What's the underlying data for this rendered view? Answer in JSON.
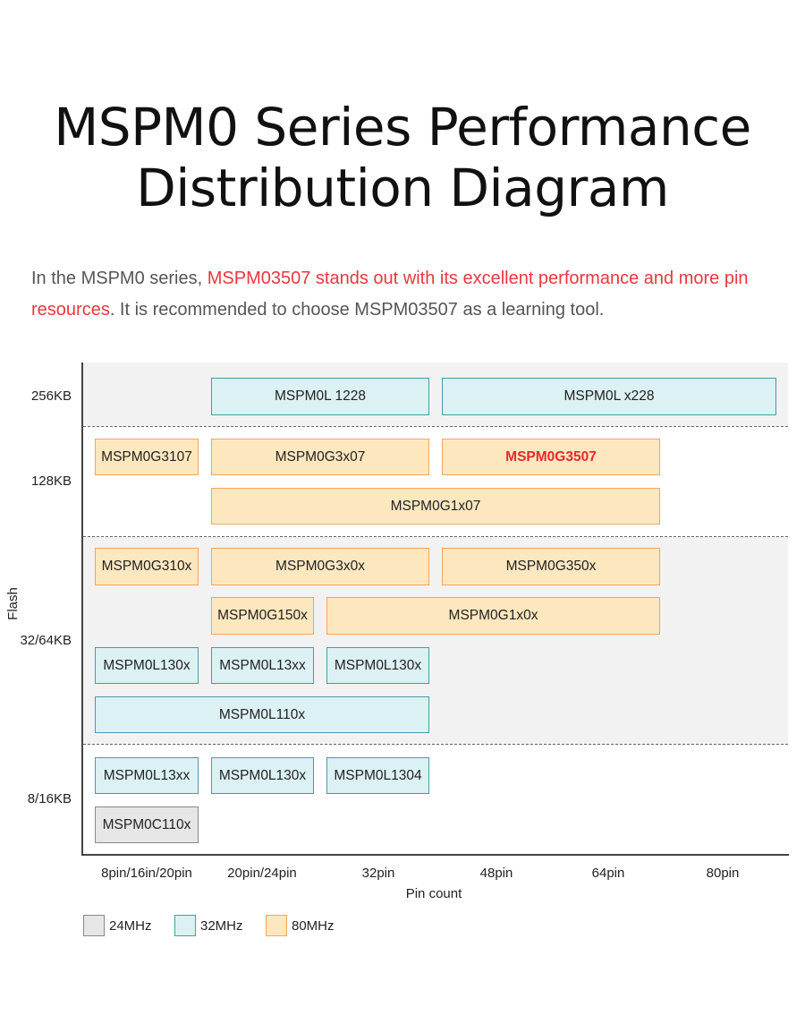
{
  "title": {
    "line1": "MSPM0 Series Performance",
    "line2": "Distribution Diagram"
  },
  "intro": {
    "part1": "In the MSPM0 series, ",
    "highlight": "MSPM03507 stands out with its excellent performance and more pin resources",
    "part2": ". It is recommended to choose MSPM03507 as a learning tool."
  },
  "colors": {
    "24MHz": "#e6e6e6",
    "32MHz": "#dcf1f4",
    "80MHz": "#fde7bf",
    "highlight": "#e8383d"
  },
  "axes": {
    "y_title": "Flash",
    "y_labels": [
      "256KB",
      "128KB",
      "32/64KB",
      "8/16KB"
    ],
    "x_title": "Pin count",
    "x_labels": [
      "8pin/16in/20pin",
      "20pin/24pin",
      "32pin",
      "48pin",
      "64pin",
      "80pin"
    ]
  },
  "chips": [
    {
      "name": "MSPM0L 1228",
      "freq": "32MHz"
    },
    {
      "name": "MSPM0L x228",
      "freq": "32MHz"
    },
    {
      "name": "MSPM0G3107",
      "freq": "80MHz"
    },
    {
      "name": "MSPM0G3x07",
      "freq": "80MHz"
    },
    {
      "name": "MSPM0G3507",
      "freq": "80MHz",
      "highlighted": true
    },
    {
      "name": "MSPM0G1x07",
      "freq": "80MHz"
    },
    {
      "name": "MSPM0G310x",
      "freq": "80MHz"
    },
    {
      "name": "MSPM0G3x0x",
      "freq": "80MHz"
    },
    {
      "name": "MSPM0G350x",
      "freq": "80MHz"
    },
    {
      "name": "MSPM0G150x",
      "freq": "80MHz"
    },
    {
      "name": "MSPM0G1x0x",
      "freq": "80MHz"
    },
    {
      "name": "MSPM0L130x",
      "freq": "32MHz"
    },
    {
      "name": "MSPM0L13xx",
      "freq": "32MHz"
    },
    {
      "name": "MSPM0L130x",
      "freq": "32MHz"
    },
    {
      "name": "MSPM0L110x",
      "freq": "32MHz"
    },
    {
      "name": "MSPM0L13xx",
      "freq": "32MHz"
    },
    {
      "name": "MSPM0L130x",
      "freq": "32MHz"
    },
    {
      "name": "MSPM0L1304",
      "freq": "32MHz"
    },
    {
      "name": "MSPM0C110x",
      "freq": "24MHz"
    }
  ],
  "legend": [
    "24MHz",
    "32MHz",
    "80MHz"
  ]
}
